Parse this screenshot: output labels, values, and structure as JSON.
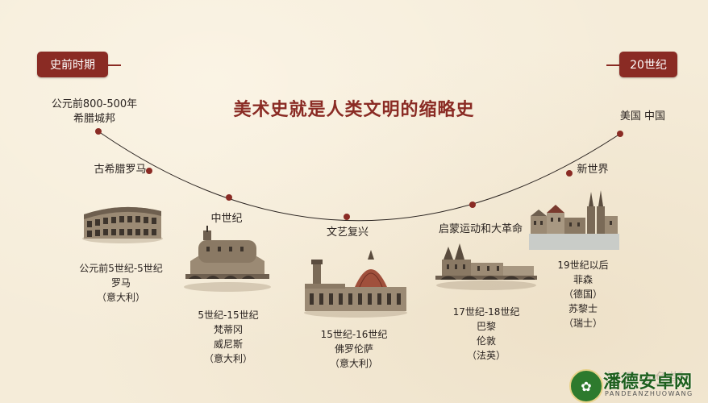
{
  "badges": {
    "left": "史前时期",
    "right": "20世纪"
  },
  "title": "美术史就是人类文明的缩略史",
  "nodes": [
    {
      "lines": [
        "公元前800-500年",
        "希腊城邦"
      ]
    },
    {
      "lines": [
        "古希腊罗马"
      ]
    },
    {
      "lines": [
        "中世纪"
      ]
    },
    {
      "lines": [
        "文艺复兴"
      ]
    },
    {
      "lines": [
        "启蒙运动和大革命"
      ]
    },
    {
      "lines": [
        "新世界"
      ]
    },
    {
      "lines": [
        "美国 中国"
      ]
    }
  ],
  "details": [
    {
      "lines": [
        "公元前5世纪-5世纪",
        "罗马",
        "（意大利）"
      ]
    },
    {
      "lines": [
        "5世纪-15世纪",
        "梵蒂冈",
        "威尼斯",
        "（意大利）"
      ]
    },
    {
      "lines": [
        "15世纪-16世纪",
        "佛罗伦萨",
        "（意大利）"
      ]
    },
    {
      "lines": [
        "17世纪-18世纪",
        "巴黎",
        "伦敦",
        "（法英）"
      ]
    },
    {
      "lines": [
        "19世纪以后",
        "菲森",
        "（德国）",
        "苏黎士",
        "（瑞士）"
      ]
    }
  ],
  "illustrations": [
    {
      "icon": "colosseum-icon"
    },
    {
      "icon": "castel-sant-angelo-icon"
    },
    {
      "icon": "florence-duomo-icon"
    },
    {
      "icon": "paris-conciergerie-icon"
    },
    {
      "icon": "zurich-skyline-icon"
    }
  ],
  "watermark": "知乎 @免斯",
  "site_logo": {
    "name": "潘德安卓网",
    "sub": "PANDEANZHUOWANG"
  },
  "colors": {
    "accent": "#8a2b24",
    "background": "#f5ecd9",
    "text": "#2a2320",
    "logo_green": "#2d7a2d"
  }
}
